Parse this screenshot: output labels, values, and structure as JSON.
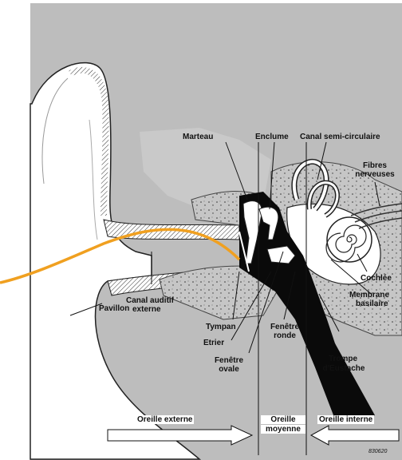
{
  "labels": {
    "marteau": "Marteau",
    "enclume": "Enclume",
    "canal_semi": "Canal semi-circulaire",
    "fibres_1": "Fibres",
    "fibres_2": "nerveuses",
    "cochlee": "Cochlée",
    "membrane_1": "Membrane",
    "membrane_2": "basilaire",
    "canal_auditif_1": "Canal auditif",
    "canal_auditif_2": "externe",
    "pavillon": "Pavillon",
    "tympan": "Tympan",
    "etrier": "Etrier",
    "fenetre_ovale_1": "Fenêtre",
    "fenetre_ovale_2": "ovale",
    "fenetre_ronde_1": "Fenêtre",
    "fenetre_ronde_2": "ronde",
    "trompe_1": "Trompe",
    "trompe_2": "d'Eustache"
  },
  "regions": {
    "externe": "Oreille externe",
    "moyenne_1": "Oreille",
    "moyenne_2": "moyenne",
    "interne": "Oreille interne"
  },
  "code": "830620",
  "colors": {
    "background_panel": "#bdbdbd",
    "bone": "#c9c9c9",
    "ossicles": "#0a0a0a",
    "sound_wave": "#f0a020",
    "ear": "#ffffff"
  }
}
